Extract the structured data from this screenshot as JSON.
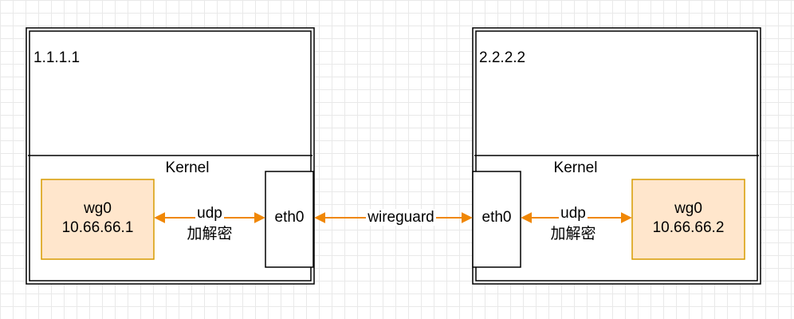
{
  "hosts": [
    {
      "ip": "1.1.1.1",
      "kernel_label": "Kernel",
      "wg": {
        "name": "wg0",
        "addr": "10.66.66.1"
      },
      "eth": "eth0",
      "link": {
        "line1": "udp",
        "line2": "加解密"
      }
    },
    {
      "ip": "2.2.2.2",
      "kernel_label": "Kernel",
      "wg": {
        "name": "wg0",
        "addr": "10.66.66.2"
      },
      "eth": "eth0",
      "link": {
        "line1": "udp",
        "line2": "加解密"
      }
    }
  ],
  "tunnel_label": "wireguard",
  "colors": {
    "wg_fill": "#ffe6cc",
    "wg_stroke": "#d79b00",
    "arrow": "#f08705"
  }
}
